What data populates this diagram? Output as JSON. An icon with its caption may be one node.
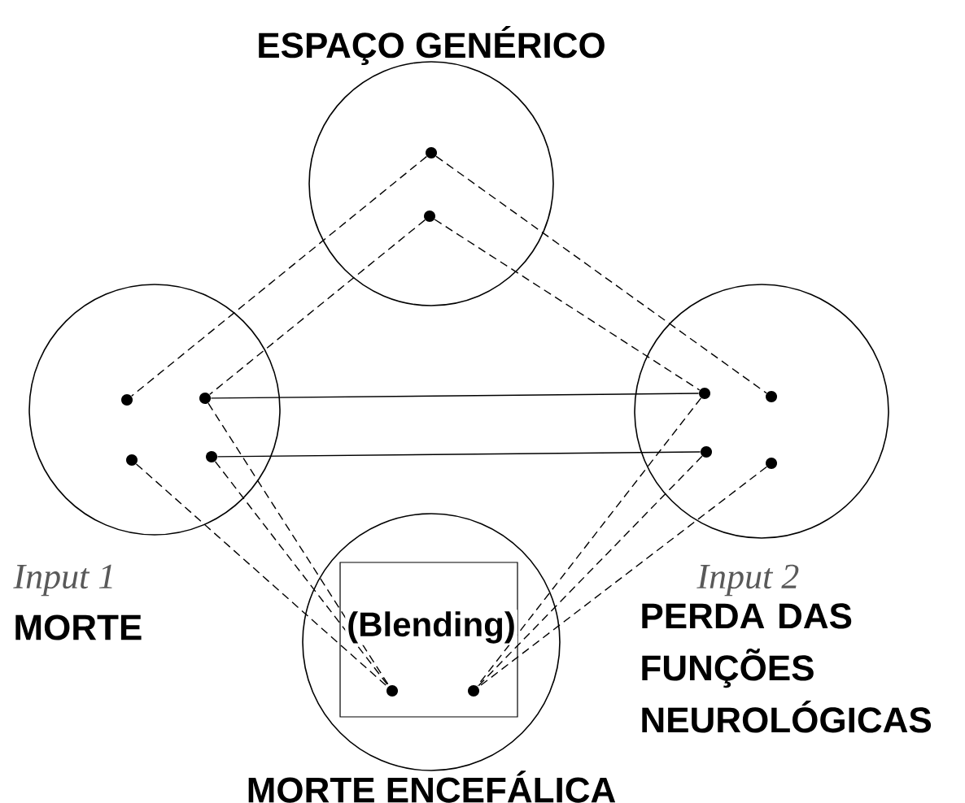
{
  "diagram": {
    "nodes": [
      {
        "text": [
          "ESPAÇO GENÉRICO"
        ]
      },
      {
        "text": [],
        "shape": "circle",
        "in": 0
      },
      {
        "text": [],
        "shape": "circle",
        "in": 0
      },
      {
        "text": [
          "Input 1",
          "MORTE"
        ]
      },
      {
        "text": [],
        "shape": "circle",
        "in": 3
      },
      {
        "text": [],
        "shape": "circle",
        "in": 3
      },
      {
        "text": [],
        "shape": "circle",
        "in": 3
      },
      {
        "text": [],
        "shape": "circle",
        "in": 3
      },
      {
        "text": [
          "Input 2",
          "PERDA DAS FUNÇÕES NEUROLÓGICAS"
        ]
      },
      {
        "text": [],
        "shape": "circle",
        "in": 8
      },
      {
        "text": [],
        "shape": "circle",
        "in": 8
      },
      {
        "text": [],
        "shape": "circle",
        "in": 8
      },
      {
        "text": [],
        "shape": "circle",
        "in": 8
      },
      {
        "text": [
          "MORTE ENCEFÁLICA"
        ]
      },
      {
        "text": [
          "(Blending)"
        ],
        "in": 13
      },
      {
        "text": [],
        "shape": "circle",
        "in": 14
      },
      {
        "text": [],
        "shape": "circle",
        "in": 14
      }
    ],
    "edges": [
      {
        "from": 1,
        "to": 4,
        "arrow": "none",
        "style": "dashed"
      },
      {
        "from": 1,
        "to": 10,
        "arrow": "none",
        "style": "dashed"
      },
      {
        "from": 2,
        "to": 5,
        "arrow": "none",
        "style": "dashed"
      },
      {
        "from": 2,
        "to": 9,
        "arrow": "none",
        "style": "dashed"
      },
      {
        "from": 5,
        "to": 9,
        "arrow": "none"
      },
      {
        "from": 7,
        "to": 11,
        "arrow": "none"
      },
      {
        "from": 6,
        "to": 15,
        "arrow": "none",
        "style": "dashed"
      },
      {
        "from": 5,
        "to": 15,
        "arrow": "none",
        "style": "dashed"
      },
      {
        "from": 7,
        "to": 15,
        "arrow": "none",
        "style": "dashed"
      },
      {
        "from": 9,
        "to": 16,
        "arrow": "none",
        "style": "dashed"
      },
      {
        "from": 11,
        "to": 16,
        "arrow": "none",
        "style": "dashed"
      },
      {
        "from": 12,
        "to": 16,
        "arrow": "none",
        "style": "dashed"
      }
    ]
  }
}
